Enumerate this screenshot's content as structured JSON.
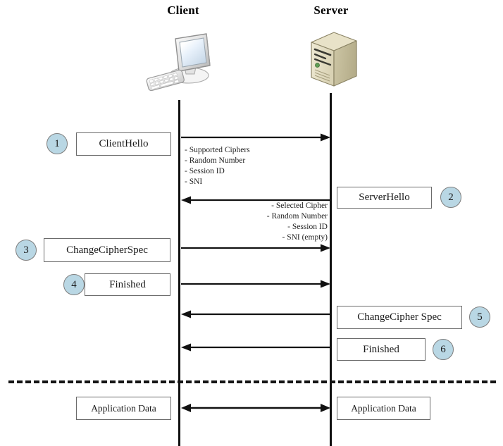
{
  "diagram": {
    "title_client": "Client",
    "title_server": "Server",
    "accent_badge_fill": "#b9d7e4",
    "accent_badge_border": "#7d7d7d",
    "box_border": "#6b6b6b",
    "lifeline_color": "#111111"
  },
  "actors": {
    "client": {
      "label": "Client",
      "icon": "desktop-computer-icon"
    },
    "server": {
      "label": "Server",
      "icon": "server-tower-icon"
    }
  },
  "steps": [
    {
      "number": "1",
      "label": "ClientHello",
      "side": "client",
      "direction": "right"
    },
    {
      "number": "2",
      "label": "ServerHello",
      "side": "server",
      "direction": "left"
    },
    {
      "number": "3",
      "label": "ChangeCipherSpec",
      "side": "client",
      "direction": "right"
    },
    {
      "number": "4",
      "label": "Finished",
      "side": "client",
      "direction": "right"
    },
    {
      "number": "5",
      "label": "ChangeCipher Spec",
      "side": "server",
      "direction": "left"
    },
    {
      "number": "6",
      "label": "Finished",
      "side": "server",
      "direction": "left"
    }
  ],
  "details": {
    "client_hello": [
      "- Supported Ciphers",
      "- Random Number",
      "- Session ID",
      "- SNI"
    ],
    "server_hello": [
      "- Selected Cipher",
      "- Random Number",
      "- Session ID",
      "- SNI (empty)"
    ]
  },
  "application_data": {
    "client_label": "Application Data",
    "server_label": "Application Data",
    "direction": "both"
  }
}
